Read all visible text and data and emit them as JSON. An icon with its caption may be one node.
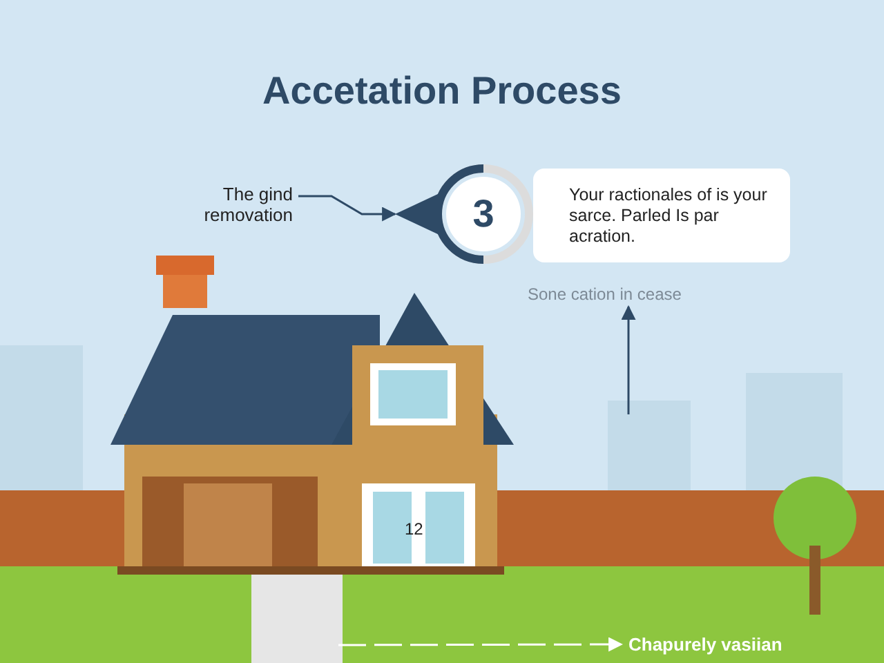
{
  "diagram": {
    "title": "Accetation Process",
    "nodes": [
      {
        "text": [
          "The gind removation"
        ]
      },
      {
        "text": [
          "3"
        ]
      },
      {
        "text": [
          "Your ractionales of is your sarce. Parled Is par acration."
        ]
      },
      {
        "text": [
          "Sone cation in cease"
        ]
      },
      {
        "text": [
          "Chapurely vasiian"
        ]
      }
    ],
    "edges": [
      {
        "from": 0,
        "to": 1,
        "arrow": "to"
      },
      {
        "from": null,
        "to": 3,
        "arrow": "to"
      },
      {
        "from": null,
        "to": 4,
        "arrow": "to",
        "style": "dashed",
        "color": "#ffffff"
      }
    ],
    "labels": [
      "12"
    ]
  }
}
